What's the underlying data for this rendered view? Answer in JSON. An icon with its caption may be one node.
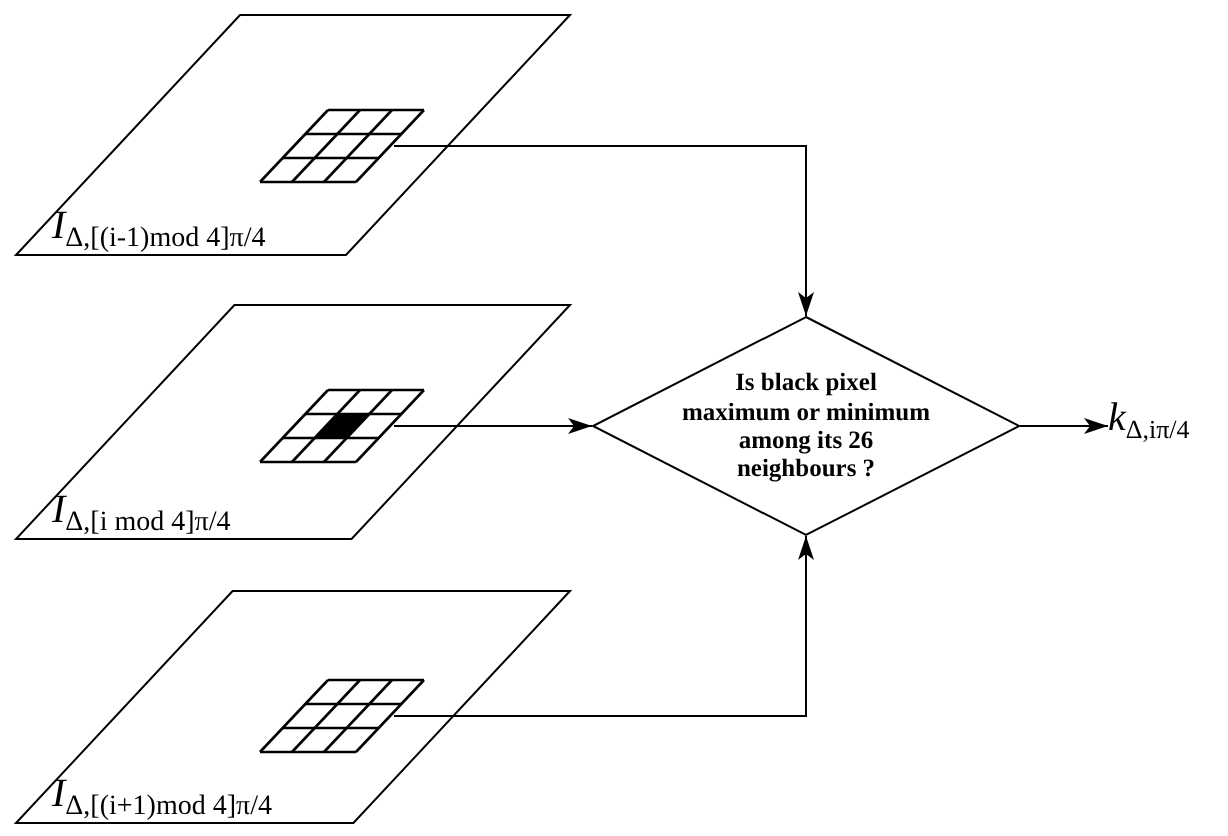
{
  "diagram": {
    "nodes": [
      {
        "text": [
          "*I*$_{Δ,[(i-1)mod 4]π/4}$"
        ]
      },
      {
        "text": [],
        "shape": "grid",
        "in": 0
      },
      {
        "text": [
          "*I*$_{Δ,[i mod 4]π/4}$"
        ]
      },
      {
        "text": [],
        "shape": "grid",
        "in": 2
      },
      {
        "text": [
          "*I*$_{Δ,[(i+1)mod 4]π/4}$"
        ]
      },
      {
        "text": [],
        "shape": "grid",
        "in": 4
      },
      {
        "text": [
          "Is black pixel maximum or minimum among its 26 neighbours ?"
        ]
      },
      {
        "text": [
          "*k*$_{Δ,iπ/4}$"
        ]
      }
    ],
    "edges": [
      {
        "from": 1,
        "to": 6,
        "arrow": "to"
      },
      {
        "from": 3,
        "to": 6,
        "arrow": "to"
      },
      {
        "from": 5,
        "to": 6,
        "arrow": "to"
      },
      {
        "from": 6,
        "to": 7,
        "arrow": "to"
      }
    ]
  }
}
